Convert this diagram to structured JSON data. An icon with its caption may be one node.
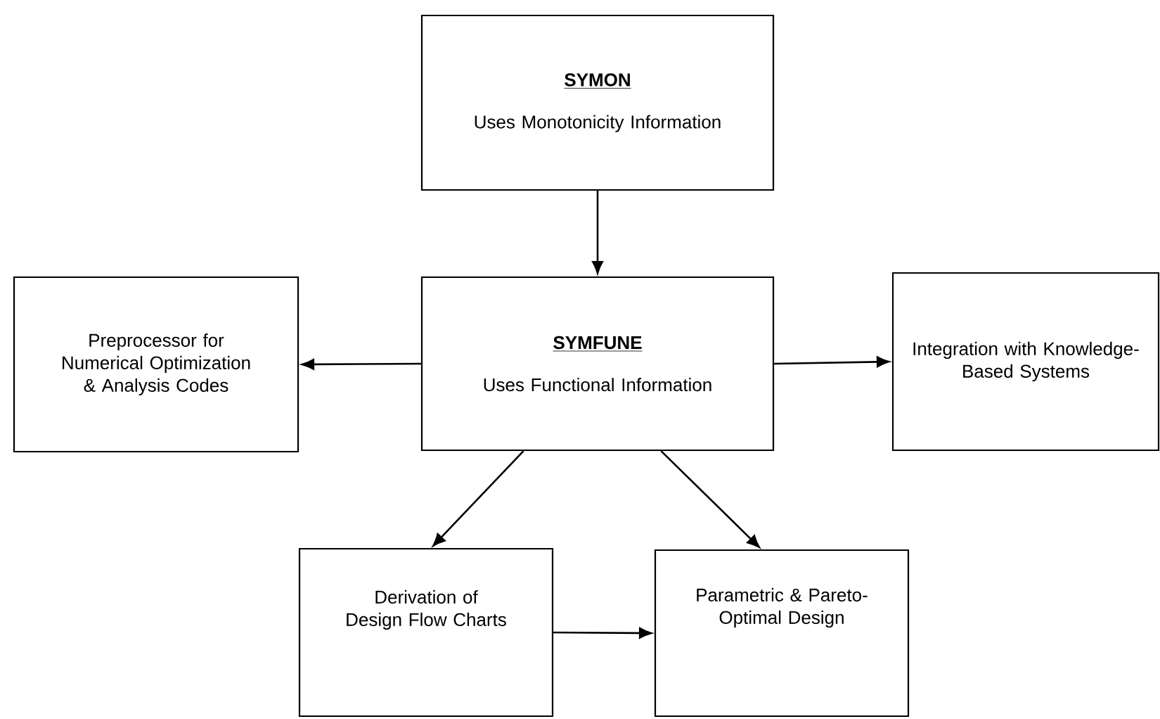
{
  "diagram": {
    "nodes": [
      {
        "text": [
          "SYMON",
          "Uses Monotonicity Information"
        ]
      },
      {
        "text": [
          "SYMFUNE",
          "Uses Functional Information"
        ]
      },
      {
        "text": [
          "Preprocessor for Numerical Optimization & Analysis Codes"
        ]
      },
      {
        "text": [
          "Integration with Knowledge-Based Systems"
        ]
      },
      {
        "text": [
          "Derivation of Design Flow Charts"
        ]
      },
      {
        "text": [
          "Parametric & Pareto-Optimal Design"
        ]
      }
    ],
    "edges": [
      {
        "from": 0,
        "to": 1,
        "arrow": "to"
      },
      {
        "from": 1,
        "to": 2,
        "arrow": "to"
      },
      {
        "from": 1,
        "to": 3,
        "arrow": "to"
      },
      {
        "from": 1,
        "to": 4,
        "arrow": "to"
      },
      {
        "from": 1,
        "to": 5,
        "arrow": "to"
      },
      {
        "from": 4,
        "to": 5,
        "arrow": "to"
      }
    ]
  }
}
